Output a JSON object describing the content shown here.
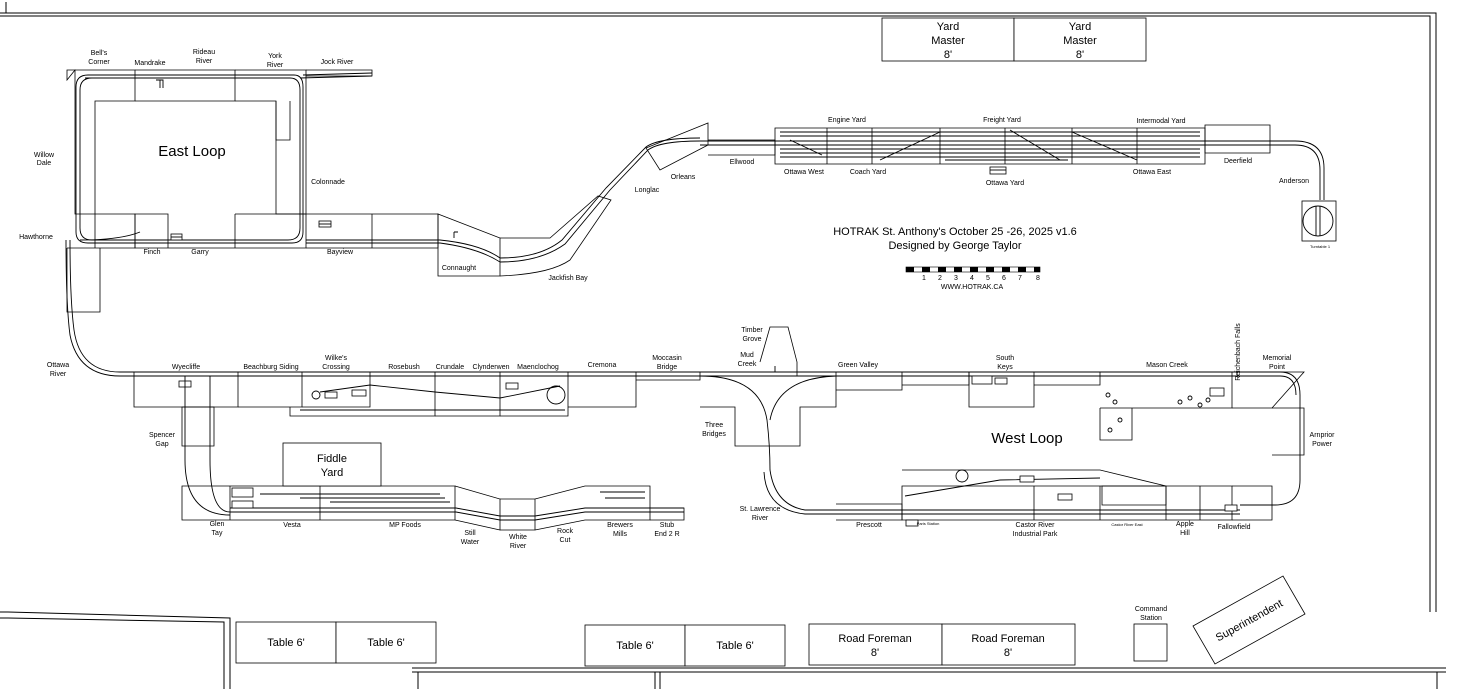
{
  "layout_title": "HOTRAK St. Anthony's October 25 -26, 2025 v1.6",
  "designer": "Designed by George Taylor",
  "website": "WWW.HOTRAK.CA",
  "scale_bar_ticks": [
    "1",
    "2",
    "3",
    "4",
    "5",
    "6",
    "7",
    "8"
  ],
  "areas": {
    "east_loop": "East Loop",
    "west_loop": "West Loop",
    "fiddle_yard_line1": "Fiddle",
    "fiddle_yard_line2": "Yard"
  },
  "yard_masters": [
    {
      "line1": "Yard",
      "line2": "Master",
      "line3": "8'"
    },
    {
      "line1": "Yard",
      "line2": "Master",
      "line3": "8'"
    }
  ],
  "tables": [
    "Table 6'",
    "Table 6'",
    "Table 6'",
    "Table 6'"
  ],
  "road_foremen": [
    {
      "line1": "Road Foreman",
      "line2": "8'"
    },
    {
      "line1": "Road Foreman",
      "line2": "8'"
    }
  ],
  "command_station": {
    "line1": "Command",
    "line2": "Station"
  },
  "superintendent": "Superintendent",
  "turntable": "Turntable 1",
  "stations": {
    "bells_corner_1": "Bell's",
    "bells_corner_2": "Corner",
    "mandrake": "Mandrake",
    "rideau_1": "Rideau",
    "rideau_2": "River",
    "york_1": "York",
    "york_2": "River",
    "jock_river": "Jock River",
    "willow_1": "Willow",
    "willow_2": "Dale",
    "colonnade": "Colonnade",
    "hawthorne": "Hawthorne",
    "finch": "Finch",
    "garry": "Garry",
    "bayview": "Bayview",
    "connaught": "Connaught",
    "jackfish_bay": "Jackfish Bay",
    "longlac": "Longlac",
    "orleans": "Orleans",
    "ellwood": "Ellwood",
    "engine_yard": "Engine Yard",
    "freight_yard": "Freight Yard",
    "intermodal_yard": "Intermodal Yard",
    "ottawa_west": "Ottawa West",
    "coach_yard": "Coach Yard",
    "ottawa_yard": "Ottawa Yard",
    "ottawa_east": "Ottawa East",
    "deerfield": "Deerfield",
    "anderson": "Anderson",
    "ottawa_river_1": "Ottawa",
    "ottawa_river_2": "River",
    "wyecliffe": "Wyecliffe",
    "beachburg": "Beachburg Siding",
    "wilkes_1": "Wilke's",
    "wilkes_2": "Crossing",
    "rosebush": "Rosebush",
    "crundale": "Crundale",
    "clynderwen": "Clynderwen",
    "maenclochog": "Maenclochog",
    "cremona": "Cremona",
    "moccasin_1": "Moccasin",
    "moccasin_2": "Bridge",
    "timber_1": "Timber",
    "timber_2": "Grove",
    "mud_1": "Mud",
    "mud_2": "Creek",
    "green_valley": "Green Valley",
    "south_keys_1": "South",
    "south_keys_2": "Keys",
    "mason_creek": "Mason Creek",
    "reichenbach_falls": "Reichenbach Falls",
    "memorial_1": "Memorial",
    "memorial_2": "Point",
    "spencer_1": "Spencer",
    "spencer_2": "Gap",
    "three_bridges_1": "Three",
    "three_bridges_2": "Bridges",
    "arnprior_1": "Arnprior",
    "arnprior_2": "Power",
    "glen_tay_1": "Glen",
    "glen_tay_2": "Tay",
    "vesta": "Vesta",
    "mp_foods": "MP Foods",
    "still_water_1": "Still",
    "still_water_2": "Water",
    "white_river_1": "White",
    "white_river_2": "River",
    "rock_cut_1": "Rock",
    "rock_cut_2": "Cut",
    "brewers_1": "Brewers",
    "brewers_2": "Mills",
    "stub_1": "Stub",
    "stub_2": "End 2 R",
    "st_lawrence_1": "St. Lawrence",
    "st_lawrence_2": "River",
    "prescott": "Prescott",
    "castor_1": "Castor River",
    "castor_2": "Industrial Park",
    "castor_east": "Castor River East",
    "apple_1": "Apple",
    "apple_2": "Hill",
    "fallowfield": "Fallowfield",
    "paris_station": "Paris Station"
  }
}
